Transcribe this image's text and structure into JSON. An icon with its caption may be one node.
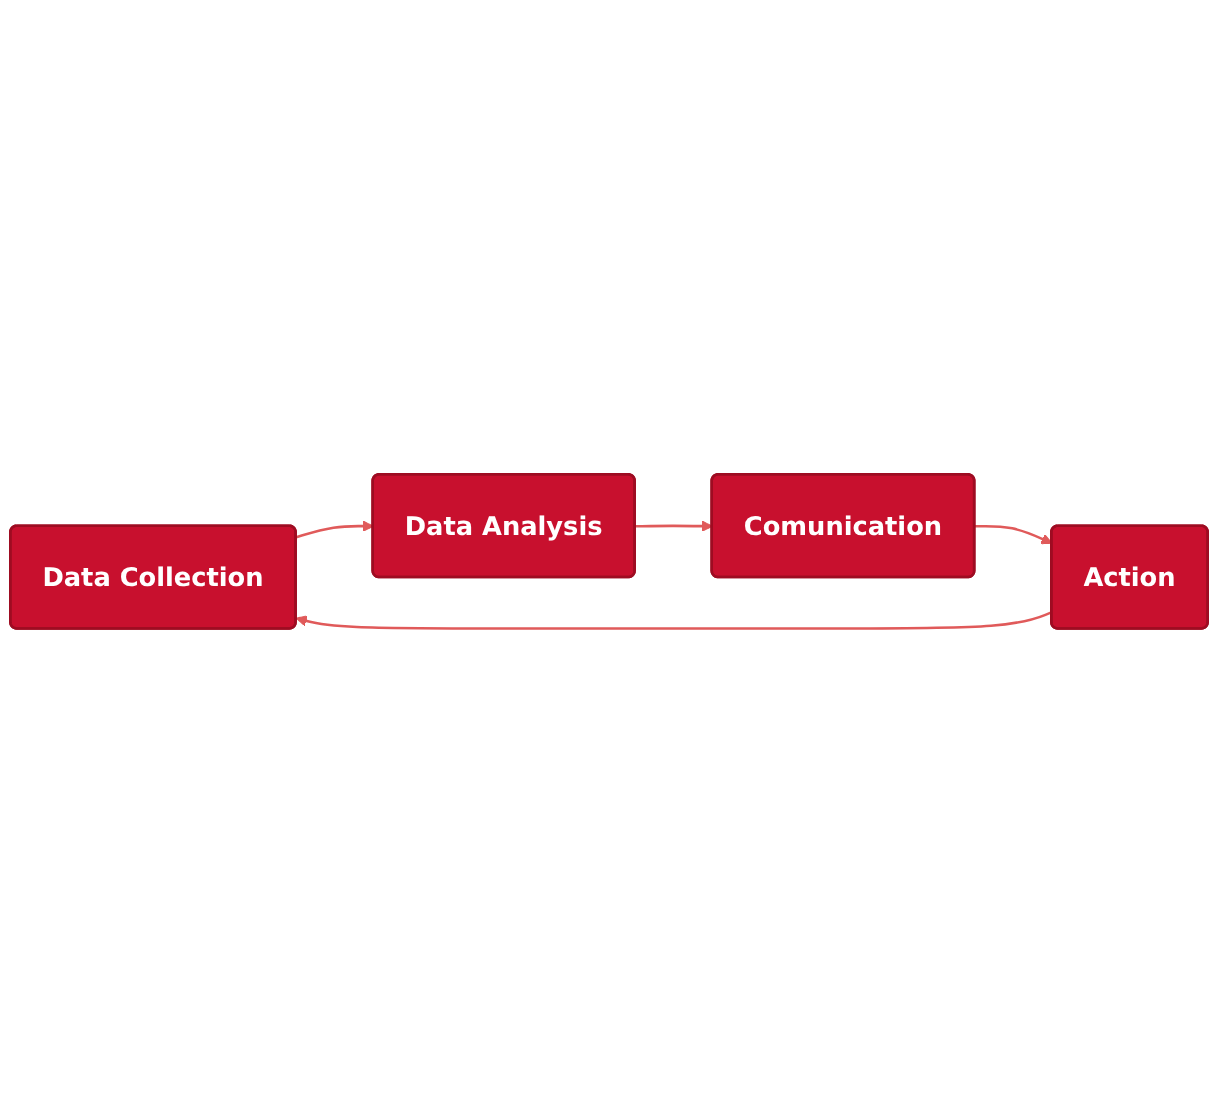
{
  "diagram": {
    "nodes": [
      {
        "text": [
          "Data Collection"
        ]
      },
      {
        "text": [
          "Data Analysis"
        ]
      },
      {
        "text": [
          "Comunication"
        ]
      },
      {
        "text": [
          "Action"
        ]
      }
    ],
    "edges": [
      {
        "from": 0,
        "to": 1,
        "arrow": "to"
      },
      {
        "from": 1,
        "to": 2,
        "arrow": "to"
      },
      {
        "from": 2,
        "to": 3,
        "arrow": "to"
      },
      {
        "from": 3,
        "to": 0,
        "arrow": "to"
      }
    ]
  }
}
